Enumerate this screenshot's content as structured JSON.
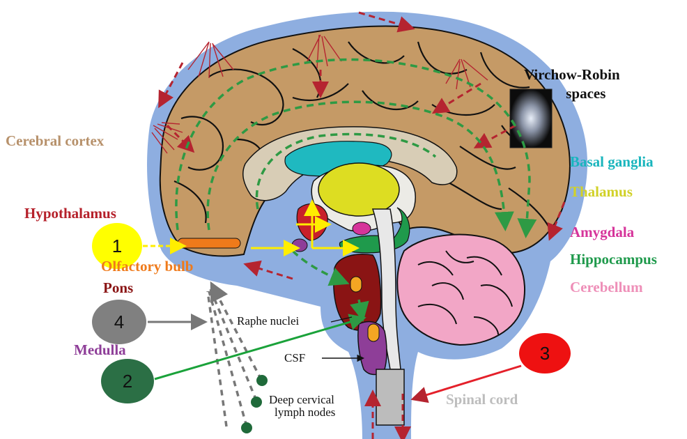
{
  "labels": {
    "virchow_robin_line1": "Virchow-Robin",
    "virchow_robin_line2": "spaces",
    "cerebral_cortex": "Cerebral cortex",
    "basal_ganglia": "Basal ganglia",
    "thalamus": "Thalamus",
    "hypothalamus": "Hypothalamus",
    "amygdala": "Amygdala",
    "olfactory_bulb": "Olfactory bulb",
    "hippocampus": "Hippocampus",
    "pons": "Pons",
    "cerebellum": "Cerebellum",
    "raphe_nuclei": "Raphe nuclei",
    "medulla": "Medulla",
    "csf": "CSF",
    "spinal_cord": "Spinal cord",
    "deep_cervical_line1": "Deep cervical",
    "deep_cervical_line2": "lymph nodes"
  },
  "badges": {
    "one": "1",
    "two": "2",
    "three": "3",
    "four": "4"
  },
  "colors": {
    "csf_space": "#8eaee0",
    "cortex": "#c59a66",
    "basal_ganglia": "#1fb9c0",
    "thalamus": "#dddd22",
    "hypothalamus": "#c8202a",
    "amygdala": "#d6349a",
    "hippocampus": "#1f9a4c",
    "pons": "#8a1414",
    "medulla": "#8e3e98",
    "cerebellum": "#f2a6c6",
    "olfactory_bulb": "#ef7a1a",
    "spinal_cord": "#bcbcbc",
    "pathway_arrow": "#2e9a44",
    "red_dashed": "#b52430"
  }
}
